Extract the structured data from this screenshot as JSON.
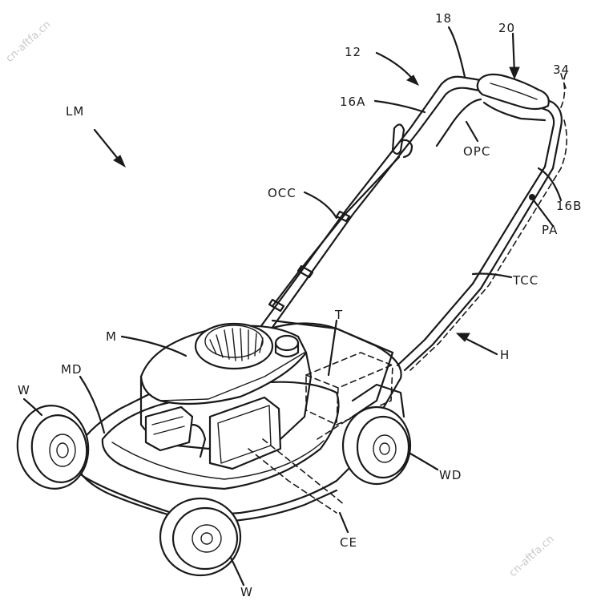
{
  "labels": {
    "lm": "LM",
    "n12": "12",
    "n18": "18",
    "n20": "20",
    "n34": "34",
    "a16": "16A",
    "b16": "16B",
    "opc": "OPC",
    "occ": "OCC",
    "pa": "PA",
    "tcc": "TCC",
    "t": "T",
    "h": "H",
    "m": "M",
    "md": "MD",
    "w_left": "W",
    "w_bottom": "W",
    "wd": "WD",
    "ce": "CE"
  },
  "watermarks": {
    "top_left": "cn-aftfa.cn",
    "bottom_right": "cn-aftfa.cn"
  }
}
